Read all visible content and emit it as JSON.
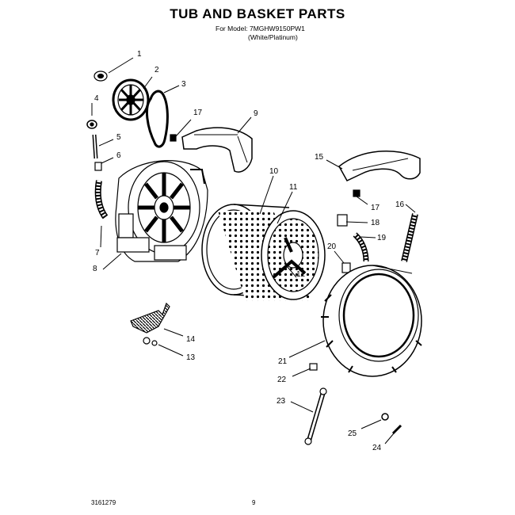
{
  "header": {
    "title": "TUB AND BASKET PARTS",
    "model_line": "For Model: 7MGHW9150PW1",
    "variant_line": "(White/Platinum)"
  },
  "callouts": {
    "c1": "1",
    "c2": "2",
    "c3": "3",
    "c4": "4",
    "c5": "5",
    "c6": "6",
    "c7": "7",
    "c8": "8",
    "c9": "9",
    "c10": "10",
    "c11": "11",
    "c12": "12",
    "c13": "13",
    "c14": "14",
    "c15": "15",
    "c16": "16",
    "c17a": "17",
    "c17b": "17",
    "c18": "18",
    "c19": "19",
    "c20": "20",
    "c21": "21",
    "c22": "22",
    "c23": "23",
    "c24": "24",
    "c25": "25"
  },
  "footer": {
    "doc_number": "3161279",
    "page": "9"
  },
  "colors": {
    "ink": "#000000",
    "paper": "#ffffff"
  }
}
